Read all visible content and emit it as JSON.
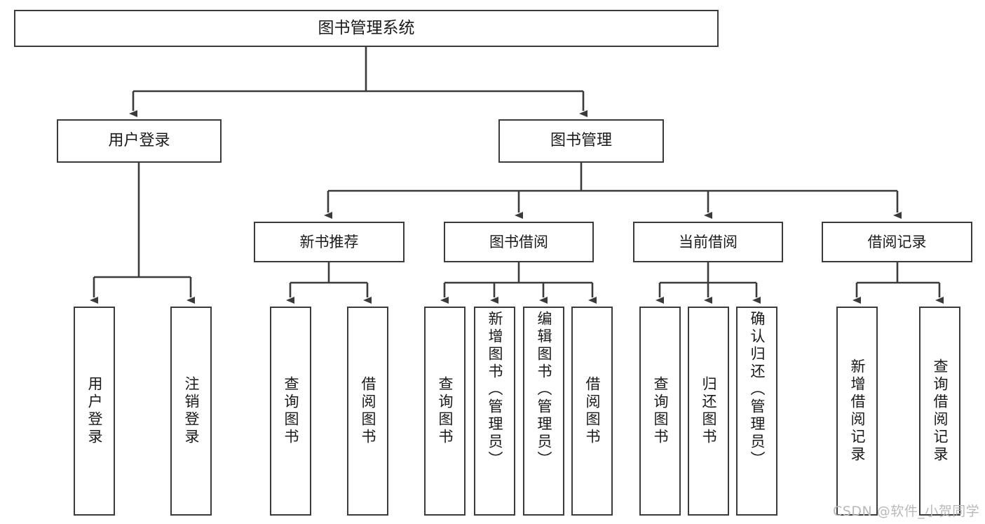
{
  "diagram": {
    "type": "tree-hierarchy-flowchart",
    "title": "图书管理系统",
    "colors": {
      "box_border": "#3b3b3b",
      "box_fill": "#ffffff",
      "connector": "#3b3b3b",
      "text": "#1a1a1a",
      "watermark": "#b9b9b9",
      "background": "#ffffff"
    },
    "watermark": "CSDN @软件_小贺同学",
    "nodes": {
      "root": {
        "label": "图书管理系统",
        "level": 1
      },
      "level2": [
        {
          "id": "user-login",
          "label": "用户登录"
        },
        {
          "id": "book-management",
          "label": "图书管理"
        }
      ],
      "level3": [
        {
          "id": "new-book-recommend",
          "label": "新书推荐",
          "parent": "book-management"
        },
        {
          "id": "book-borrow",
          "label": "图书借阅",
          "parent": "book-management"
        },
        {
          "id": "current-borrow",
          "label": "当前借阅",
          "parent": "book-management"
        },
        {
          "id": "borrow-record",
          "label": "借阅记录",
          "parent": "book-management"
        }
      ],
      "leaves": [
        {
          "id": "leaf-user-login",
          "label": "用户登录",
          "parent": "user-login"
        },
        {
          "id": "leaf-logout-login",
          "label": "注销登录",
          "parent": "user-login"
        },
        {
          "id": "leaf-query-book-1",
          "label": "查询图书",
          "parent": "new-book-recommend"
        },
        {
          "id": "leaf-borrow-book-1",
          "label": "借阅图书",
          "parent": "new-book-recommend"
        },
        {
          "id": "leaf-query-book-2",
          "label": "查询图书",
          "parent": "book-borrow"
        },
        {
          "id": "leaf-add-book",
          "label": "新增图书（管理员）",
          "parent": "book-borrow"
        },
        {
          "id": "leaf-edit-book",
          "label": "编辑图书（管理员）",
          "parent": "book-borrow"
        },
        {
          "id": "leaf-borrow-book-2",
          "label": "借阅图书",
          "parent": "book-borrow"
        },
        {
          "id": "leaf-query-book-3",
          "label": "查询图书",
          "parent": "current-borrow"
        },
        {
          "id": "leaf-return-book",
          "label": "归还图书",
          "parent": "current-borrow"
        },
        {
          "id": "leaf-confirm-return",
          "label": "确认归还（管理员）",
          "parent": "current-borrow"
        },
        {
          "id": "leaf-add-record",
          "label": "新增借阅记录",
          "parent": "borrow-record"
        },
        {
          "id": "leaf-query-record",
          "label": "查询借阅记录",
          "parent": "borrow-record"
        }
      ]
    }
  }
}
